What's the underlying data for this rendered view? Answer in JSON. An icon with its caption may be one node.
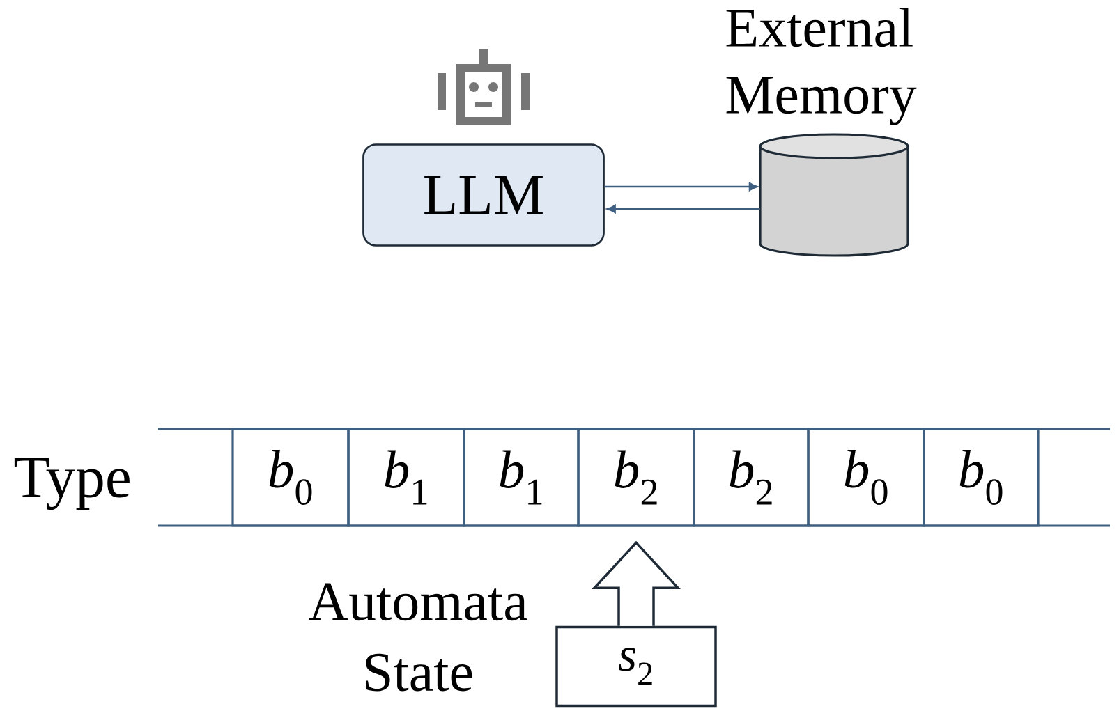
{
  "diagram": {
    "nodes": [
      {
        "text": [
          "LLM"
        ]
      },
      {
        "text": [
          "External Memory"
        ]
      },
      {
        "text": [
          "*b*$_{0}$"
        ]
      },
      {
        "text": [
          "*b*$_{1}$"
        ]
      },
      {
        "text": [
          "*b*$_{1}$"
        ]
      },
      {
        "text": [
          "*b*$_{2}$"
        ]
      },
      {
        "text": [
          "*b*$_{2}$"
        ]
      },
      {
        "text": [
          "*b*$_{0}$"
        ]
      },
      {
        "text": [
          "*b*$_{0}$"
        ]
      },
      {
        "text": [
          "*s*$_{2}$"
        ],
        "beside": [
          "Automata State"
        ]
      }
    ],
    "edges": [
      {
        "from": 0,
        "to": 1,
        "arrow": "to"
      },
      {
        "from": 1,
        "to": 0,
        "arrow": "to"
      },
      {
        "from": 9,
        "to": 5,
        "arrow": "to",
        "style": "thick",
        "color": "#1e2a36"
      }
    ],
    "labels": [
      "Type"
    ]
  }
}
